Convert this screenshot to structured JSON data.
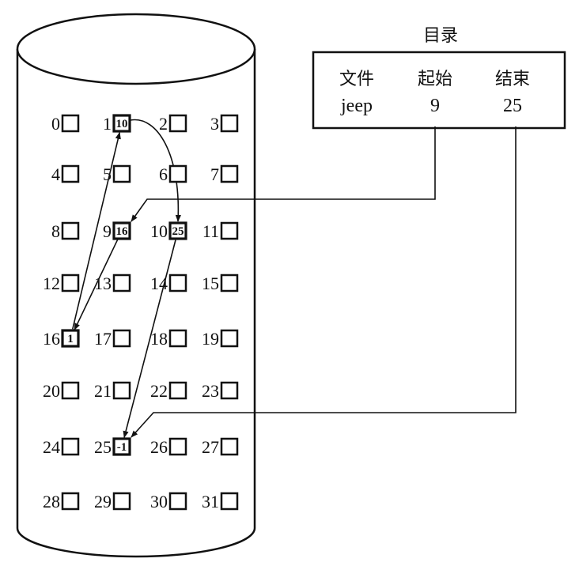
{
  "directory": {
    "title": "目录",
    "headers": {
      "file": "文件",
      "start": "起始",
      "end": "结束"
    },
    "row": {
      "file": "jeep",
      "start": "9",
      "end": "25"
    }
  },
  "blocks": [
    {
      "label": "0",
      "value": ""
    },
    {
      "label": "1",
      "value": "10"
    },
    {
      "label": "2",
      "value": ""
    },
    {
      "label": "3",
      "value": ""
    },
    {
      "label": "4",
      "value": ""
    },
    {
      "label": "5",
      "value": ""
    },
    {
      "label": "6",
      "value": ""
    },
    {
      "label": "7",
      "value": ""
    },
    {
      "label": "8",
      "value": ""
    },
    {
      "label": "9",
      "value": "16"
    },
    {
      "label": "10",
      "value": "25"
    },
    {
      "label": "11",
      "value": ""
    },
    {
      "label": "12",
      "value": ""
    },
    {
      "label": "13",
      "value": ""
    },
    {
      "label": "14",
      "value": ""
    },
    {
      "label": "15",
      "value": ""
    },
    {
      "label": "16",
      "value": "1"
    },
    {
      "label": "17",
      "value": ""
    },
    {
      "label": "18",
      "value": ""
    },
    {
      "label": "19",
      "value": ""
    },
    {
      "label": "20",
      "value": ""
    },
    {
      "label": "21",
      "value": ""
    },
    {
      "label": "22",
      "value": ""
    },
    {
      "label": "23",
      "value": ""
    },
    {
      "label": "24",
      "value": ""
    },
    {
      "label": "25",
      "value": "-1"
    },
    {
      "label": "26",
      "value": ""
    },
    {
      "label": "27",
      "value": ""
    },
    {
      "label": "28",
      "value": ""
    },
    {
      "label": "29",
      "value": ""
    },
    {
      "label": "30",
      "value": ""
    },
    {
      "label": "31",
      "value": ""
    }
  ],
  "chain": [
    {
      "from": 9,
      "to": 16
    },
    {
      "from": 16,
      "to": 1
    },
    {
      "from": 1,
      "to": 10
    },
    {
      "from": 10,
      "to": 25
    }
  ],
  "colors": {
    "ink": "#111111",
    "background": "#ffffff"
  }
}
